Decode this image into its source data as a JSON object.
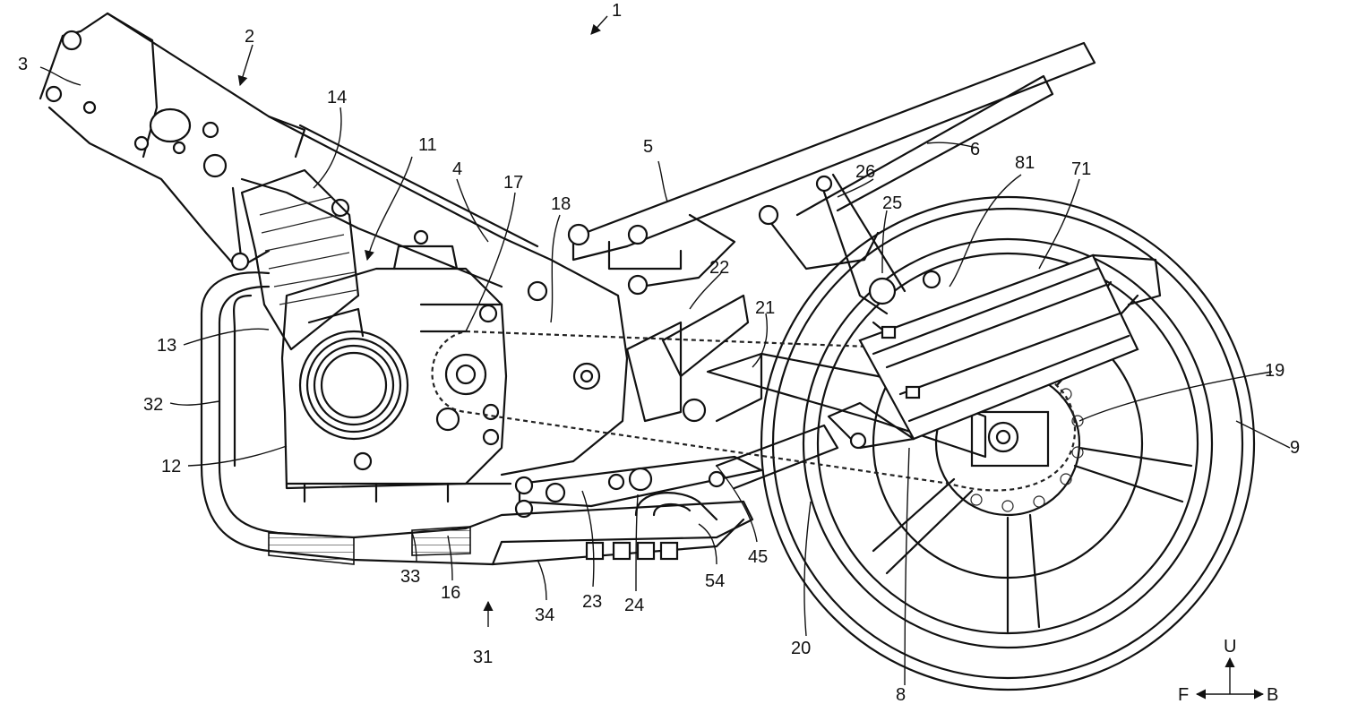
{
  "colors": {
    "line": "#111111",
    "background": "#ffffff"
  },
  "labels": [
    {
      "id": "1",
      "text": "1"
    },
    {
      "id": "2",
      "text": "2"
    },
    {
      "id": "3",
      "text": "3"
    },
    {
      "id": "4",
      "text": "4"
    },
    {
      "id": "5",
      "text": "5"
    },
    {
      "id": "6",
      "text": "6"
    },
    {
      "id": "8",
      "text": "8"
    },
    {
      "id": "9",
      "text": "9"
    },
    {
      "id": "11",
      "text": "11"
    },
    {
      "id": "12",
      "text": "12"
    },
    {
      "id": "13",
      "text": "13"
    },
    {
      "id": "14",
      "text": "14"
    },
    {
      "id": "16",
      "text": "16"
    },
    {
      "id": "17",
      "text": "17"
    },
    {
      "id": "18",
      "text": "18"
    },
    {
      "id": "19",
      "text": "19"
    },
    {
      "id": "20",
      "text": "20"
    },
    {
      "id": "21",
      "text": "21"
    },
    {
      "id": "22",
      "text": "22"
    },
    {
      "id": "23",
      "text": "23"
    },
    {
      "id": "24",
      "text": "24"
    },
    {
      "id": "25",
      "text": "25"
    },
    {
      "id": "26",
      "text": "26"
    },
    {
      "id": "31",
      "text": "31"
    },
    {
      "id": "32",
      "text": "32"
    },
    {
      "id": "33",
      "text": "33"
    },
    {
      "id": "34",
      "text": "34"
    },
    {
      "id": "45",
      "text": "45"
    },
    {
      "id": "54",
      "text": "54"
    },
    {
      "id": "71",
      "text": "71"
    },
    {
      "id": "81",
      "text": "81"
    }
  ],
  "direction_indicator": {
    "up": "U",
    "front": "F",
    "back": "B"
  }
}
